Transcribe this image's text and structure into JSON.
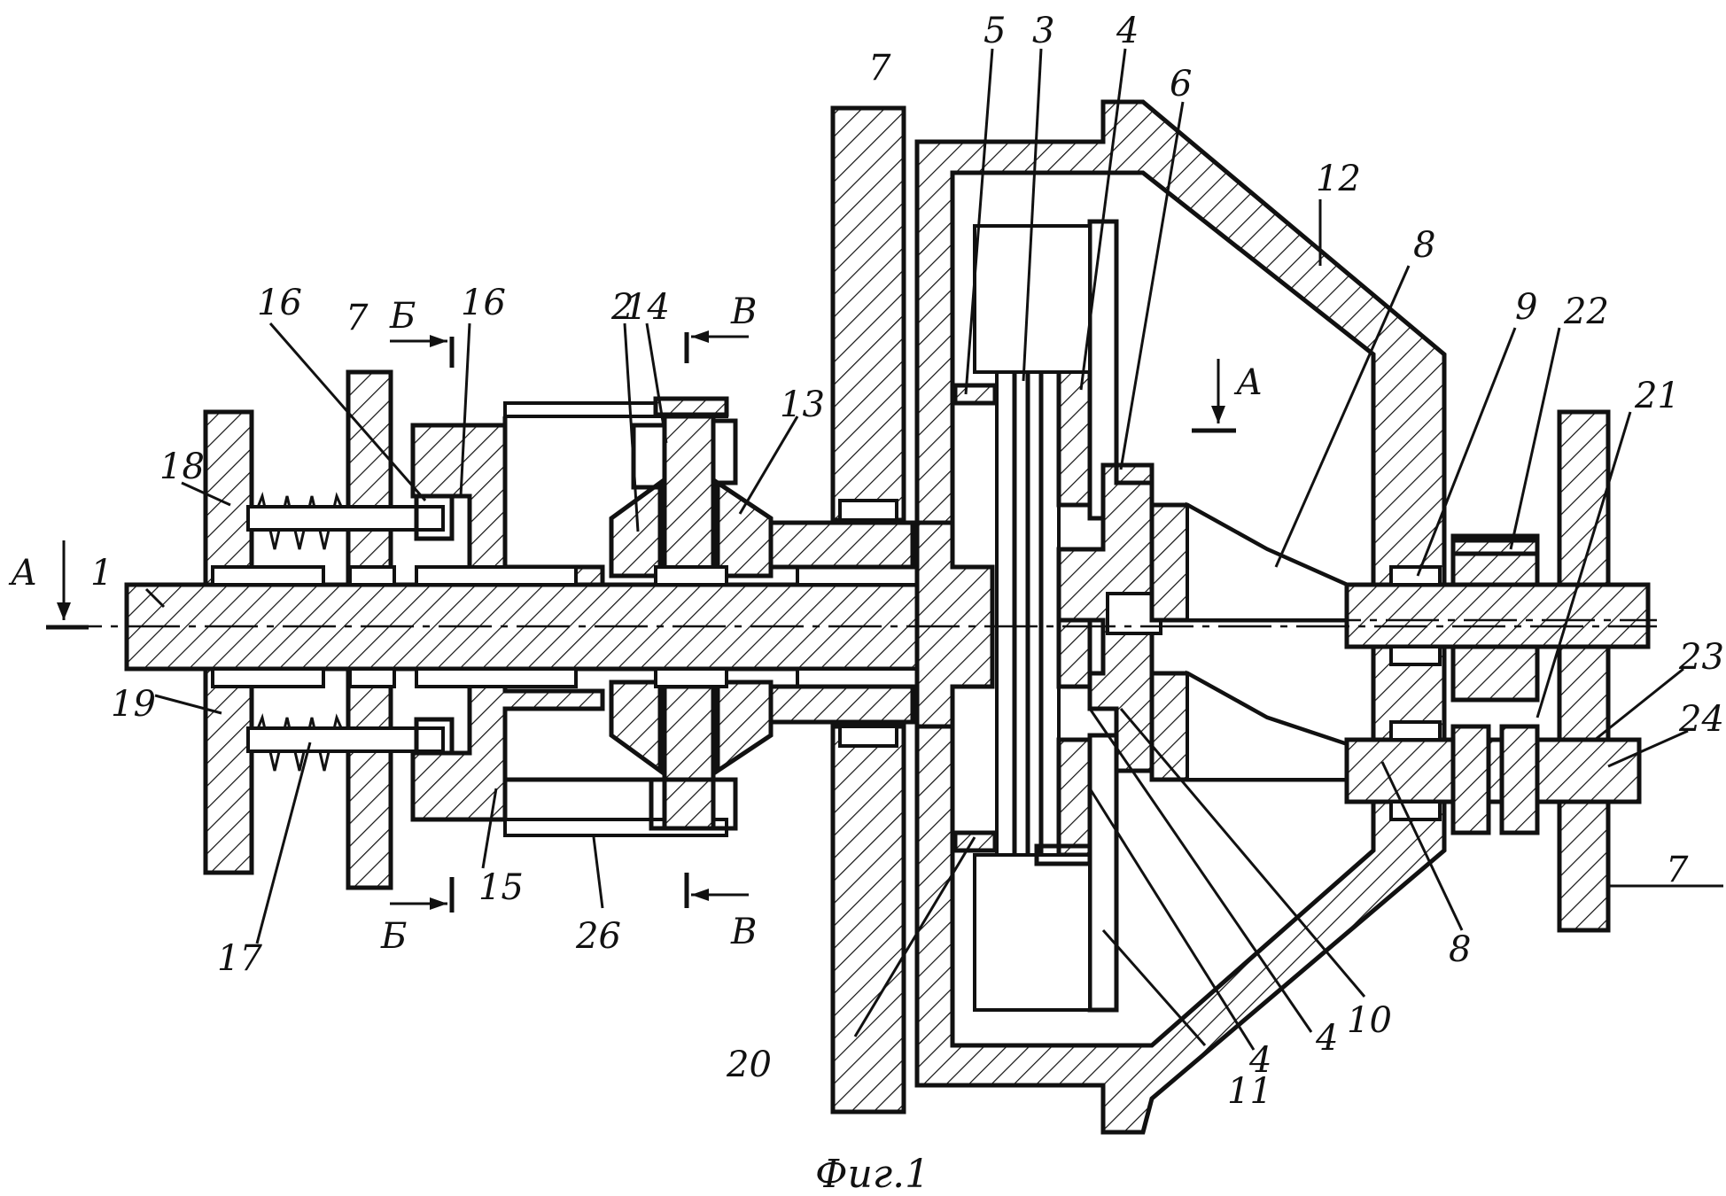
{
  "figure": {
    "caption": "Фиг.1",
    "section_marks": [
      "А",
      "А",
      "Б",
      "Б",
      "В",
      "В"
    ],
    "labels": [
      "1",
      "2",
      "3",
      "4",
      "4",
      "4",
      "5",
      "6",
      "7",
      "7",
      "7",
      "8",
      "8",
      "9",
      "10",
      "11",
      "12",
      "13",
      "14",
      "15",
      "16",
      "16",
      "17",
      "18",
      "19",
      "20",
      "21",
      "22",
      "23",
      "24",
      "26"
    ]
  }
}
